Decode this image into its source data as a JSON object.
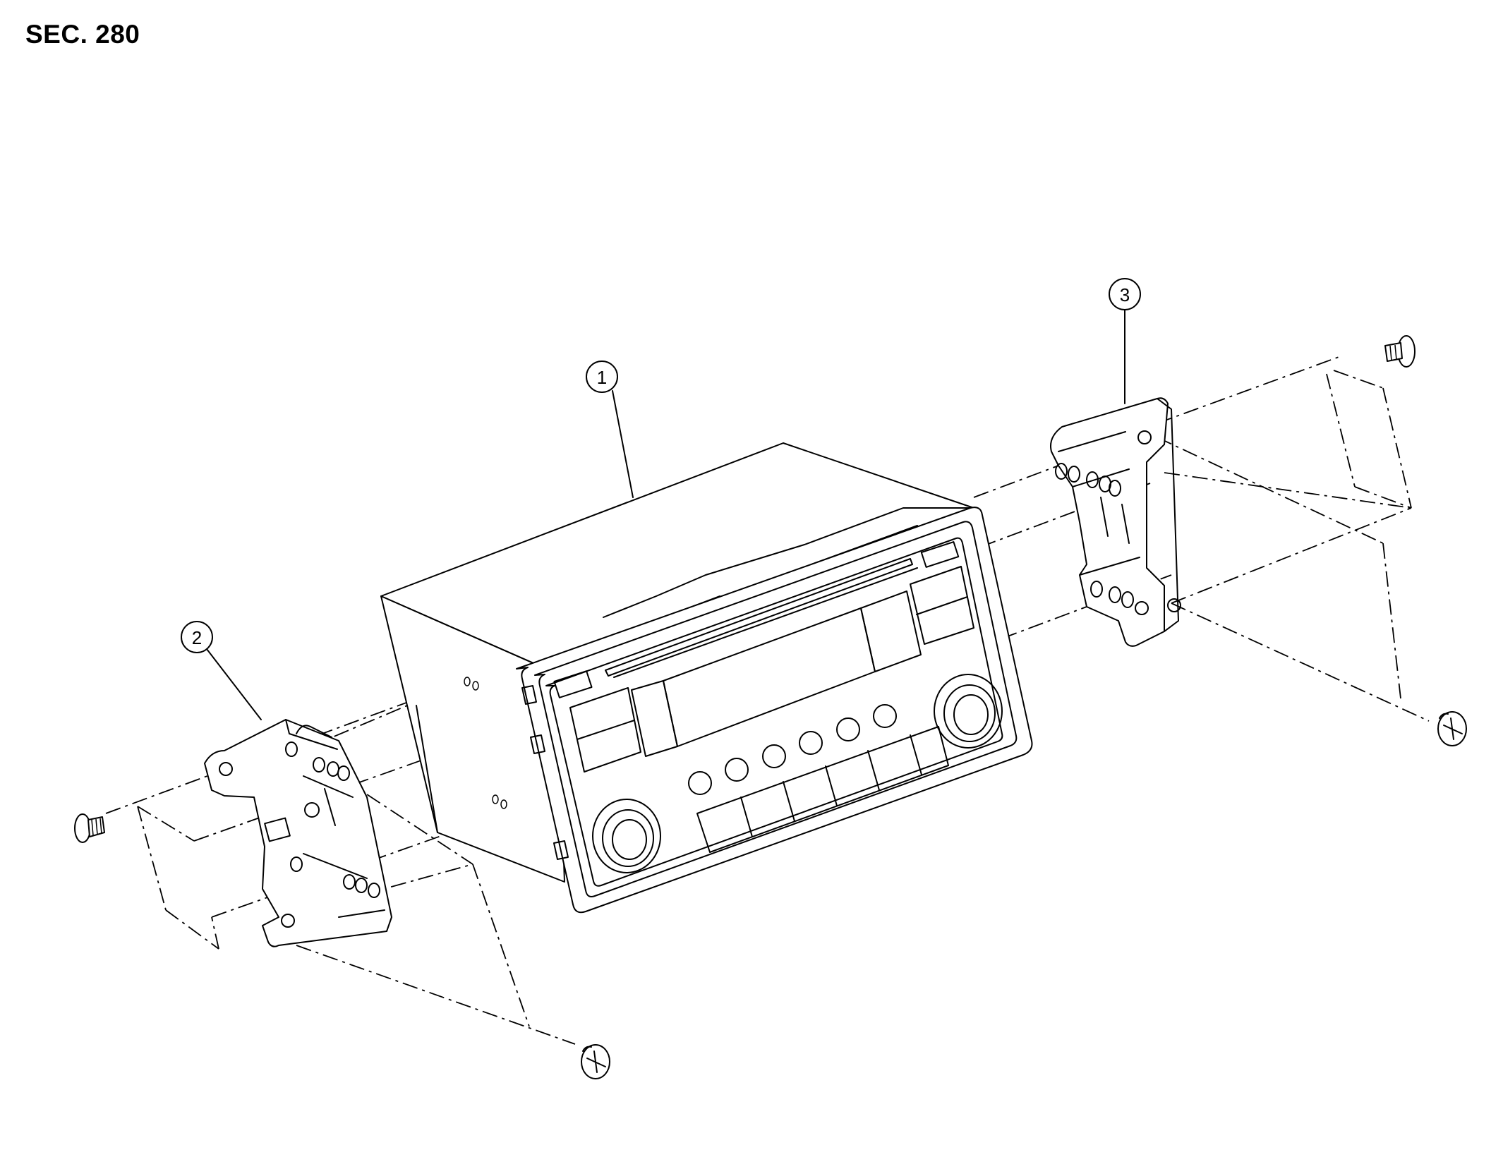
{
  "header": {
    "section_label": "SEC. 280"
  },
  "callouts": [
    {
      "id": "1"
    },
    {
      "id": "2"
    },
    {
      "id": "3"
    }
  ]
}
